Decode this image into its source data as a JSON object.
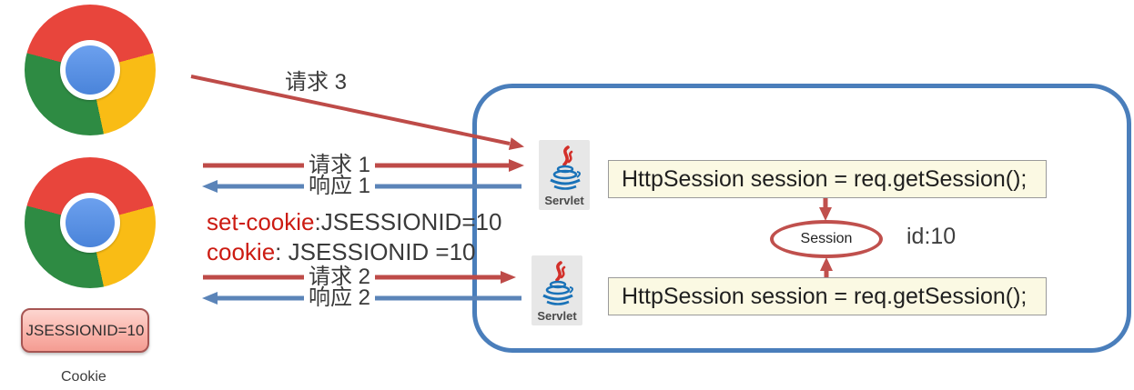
{
  "client": {
    "browser_icon": "chrome-icon",
    "cookie_store": {
      "value": "JSESSIONID=10",
      "caption": "Cookie"
    }
  },
  "messages": {
    "request3": "请求 3",
    "request1": "请求 1",
    "response1": "响应 1",
    "set_cookie": {
      "key": "set-cookie",
      "rest": ":JSESSIONID=10"
    },
    "cookie": {
      "key": "cookie",
      "rest": ": JSESSIONID =10"
    },
    "request2": "请求 2",
    "response2": "响应 2"
  },
  "server": {
    "servlet1": {
      "icon": "java-servlet-icon",
      "label": "Servlet",
      "code": "HttpSession session = req.getSession();"
    },
    "servlet2": {
      "icon": "java-servlet-icon",
      "label": "Servlet",
      "code": "HttpSession session = req.getSession();"
    },
    "session": {
      "label": "Session",
      "id": "id:10"
    }
  },
  "colors": {
    "request_arrow_red": "#be4b48",
    "response_arrow_blue": "#5b84b8",
    "server_container_border": "#4a7ebb",
    "code_box_bg": "#fbf9e3",
    "session_ellipse_border": "#c0504d",
    "cookie_keyword_red": "#cc1b12",
    "jsession_box_bg": "#fab4ab",
    "jsession_box_border": "#a65553"
  }
}
